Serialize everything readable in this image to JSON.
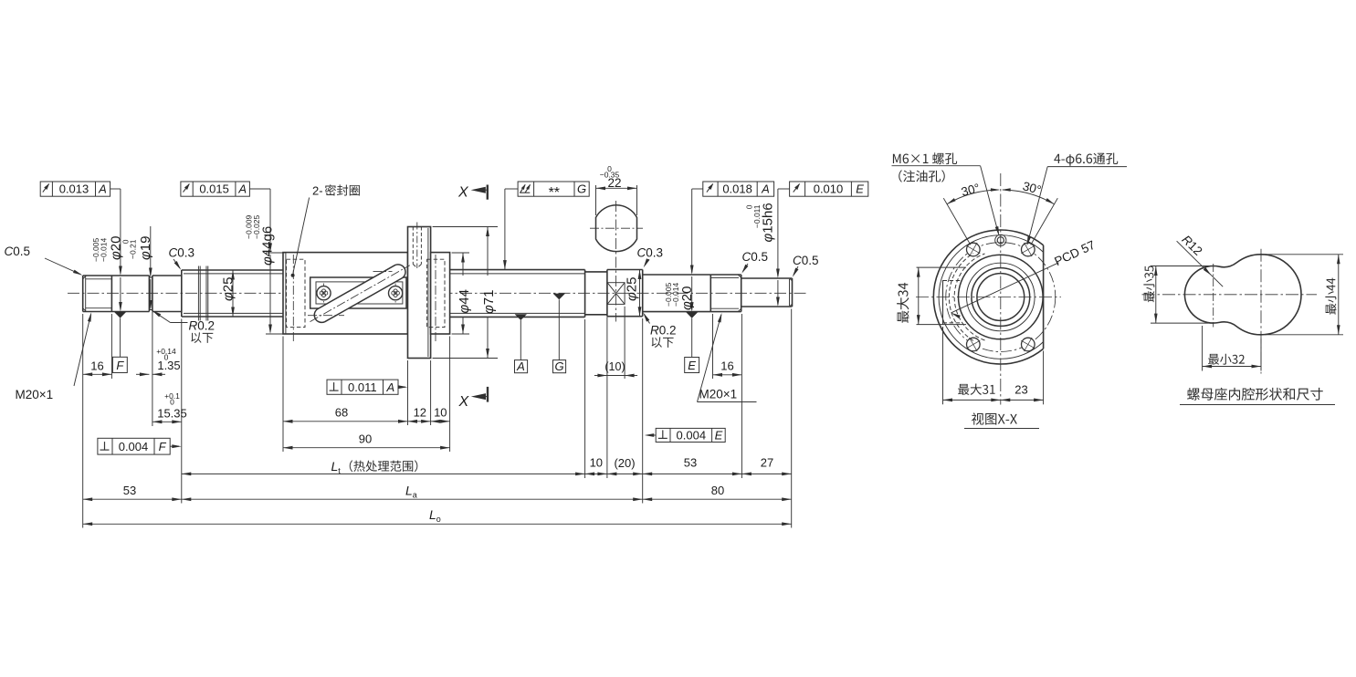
{
  "main_view": {
    "gdt": [
      {
        "symbol": "circular-runout",
        "value": "0.013",
        "datum": "A"
      },
      {
        "symbol": "circular-runout",
        "value": "0.015",
        "datum": "A"
      },
      {
        "symbol": "total-runout",
        "value": "**",
        "datum": "G"
      },
      {
        "symbol": "circular-runout",
        "value": "0.018",
        "datum": "A"
      },
      {
        "symbol": "circular-runout",
        "value": "0.010",
        "datum": "E"
      },
      {
        "symbol": "perpendicularity",
        "value": "0.011",
        "datum": "A"
      },
      {
        "symbol": "perpendicularity",
        "value": "0.004",
        "datum": "F"
      },
      {
        "symbol": "perpendicularity",
        "value": "0.004",
        "datum": "E"
      }
    ],
    "datums": [
      "F",
      "A",
      "G",
      "E"
    ],
    "section_marks": [
      "X",
      "X"
    ],
    "seal_note": {
      "prefix": "2-",
      "text": "密封圈"
    },
    "thread_left": "M20×1",
    "thread_right": "M20×1",
    "chamfers": {
      "left_end": {
        "sym": "C",
        "val": "0.5"
      },
      "left_step": {
        "sym": "C",
        "val": "0.3"
      },
      "flats_journal": {
        "sym": "C",
        "val": "0.3"
      },
      "right_thread": {
        "sym": "C",
        "val": "0.5"
      },
      "right_tip": {
        "sym": "C",
        "val": "0.5"
      }
    },
    "fillet_left": {
      "sym": "R",
      "val": "0.2",
      "note": "以下"
    },
    "fillet_right": {
      "sym": "R",
      "val": "0.2",
      "note": "以下"
    },
    "dia": {
      "d20_left": {
        "sym": "φ",
        "val": "20",
        "tol_u": "−0.005",
        "tol_l": "−0.014"
      },
      "d19": {
        "sym": "φ",
        "val": "19",
        "tol_u": "0",
        "tol_l": "−0.21"
      },
      "d25_left": {
        "sym": "φ",
        "val": "25"
      },
      "d44g6": {
        "sym": "φ",
        "val": "44g6",
        "tol_u": "−0.009",
        "tol_l": "−0.025"
      },
      "d44": {
        "sym": "φ",
        "val": "44"
      },
      "d71": {
        "sym": "φ",
        "val": "71"
      },
      "d25_right": {
        "sym": "φ",
        "val": "25"
      },
      "d20_right": {
        "sym": "φ",
        "val": "20",
        "tol_u": "−0.005",
        "tol_l": "−0.014"
      },
      "d15h6": {
        "sym": "φ",
        "val": "15h6",
        "tol_u": "0",
        "tol_l": "−0.011"
      }
    },
    "flats": {
      "val": "22",
      "tol_u": "0",
      "tol_l": "−0.35"
    },
    "dims": {
      "thread_len_left": "16",
      "groove_w": "1.35",
      "groove_w_tol_u": "+0.14",
      "groove_w_tol_l": "0",
      "groove_pos": "15.35",
      "groove_pos_tol_u": "+0.1",
      "groove_pos_tol_l": "0",
      "nut_body": "68",
      "flange_w": "12",
      "spigot_len": "10",
      "nut_total": "90",
      "flats_len": "(10)",
      "neck_len": "10",
      "journal_len": "(20)",
      "seat_len": "53",
      "tip_len": "27",
      "thread_len_right": "16",
      "left_end": "53",
      "right_end": "80",
      "lt": {
        "main": "L",
        "sub": "t",
        "note": "（热处理范围）"
      },
      "la": {
        "main": "L",
        "sub": "a"
      },
      "lo": {
        "main": "L",
        "sub": "o"
      }
    }
  },
  "view_xx": {
    "caption": "视图X-X",
    "oil_hole_label": "M6×1 螺孔",
    "oil_hole_label2": "（注油孔）",
    "bolt_holes_label": "4-φ6.6通孔",
    "pcd": "PCD 57",
    "angle_left": "30°",
    "angle_right": "30°",
    "max34": "最大34",
    "max31": "最大31",
    "flat_offset": "23"
  },
  "cavity_view": {
    "caption": "螺母座内腔形状和尺寸",
    "fillet": {
      "sym": "R",
      "val": "12"
    },
    "min35": "最小35",
    "min44": "最小44",
    "min32": "最小32"
  }
}
